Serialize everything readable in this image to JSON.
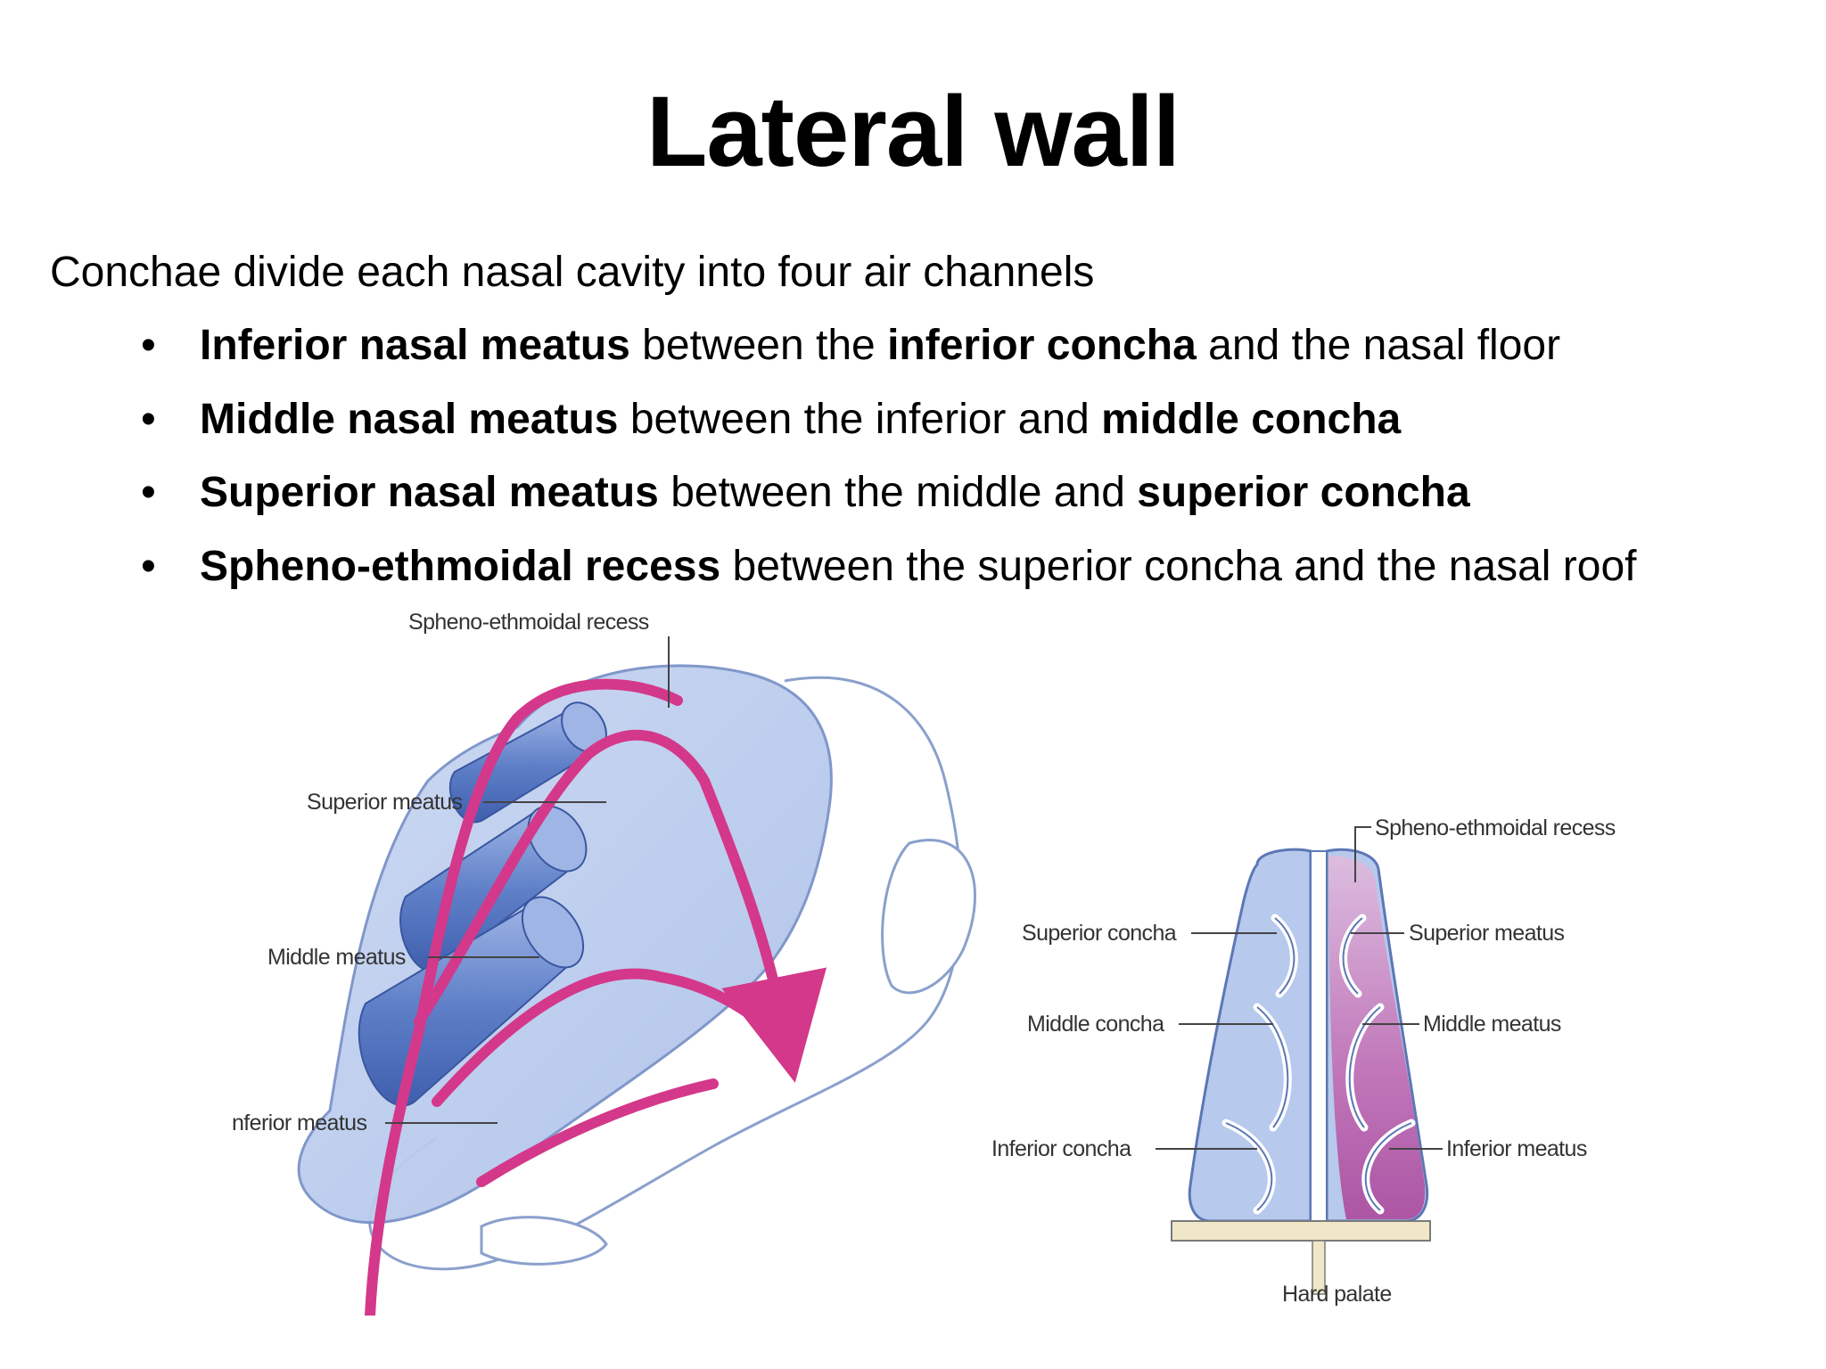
{
  "slide": {
    "title": "Lateral wall",
    "intro": "Conchae divide each nasal cavity into four air channels",
    "bullets": [
      {
        "bullet": "•",
        "bold": "Inferior nasal meatus",
        "t1": " between the ",
        "bold2": "inferior concha",
        "t2": " and the  nasal floor"
      },
      {
        "bullet": "•",
        "bold": "Middle nasal meatus",
        "t1": " between the inferior and ",
        "bold2": "middle concha",
        "t2": ""
      },
      {
        "bullet": "•",
        "bold": "Superior nasal meatus",
        "t1": " between the middle and ",
        "bold2": "superior  concha",
        "t2": ""
      },
      {
        "bullet": "•",
        "bold": "Spheno-ethmoidal recess",
        "t1": " between the superior concha and  the nasal roof",
        "bold2": "",
        "t2": ""
      }
    ]
  },
  "figure_left": {
    "labels": {
      "spheno": "Spheno-ethmoidal recess",
      "superior_meatus": "Superior meatus",
      "middle_meatus": "Middle meatus",
      "inferior_meatus": "nferior meatus"
    }
  },
  "figure_right": {
    "labels": {
      "spheno": "Spheno-ethmoidal recess",
      "superior_concha": "Superior concha",
      "superior_meatus": "Superior meatus",
      "middle_concha": "Middle concha",
      "middle_meatus": "Middle meatus",
      "inferior_concha": "Inferior concha",
      "inferior_meatus": "Inferior meatus",
      "hard_palate": "Hard palate"
    }
  },
  "colors": {
    "cavity_fill": "#b9cbec",
    "concha_fill": "#6f8fd4",
    "airflow": "#d4388a",
    "palate": "#efe7c8"
  }
}
